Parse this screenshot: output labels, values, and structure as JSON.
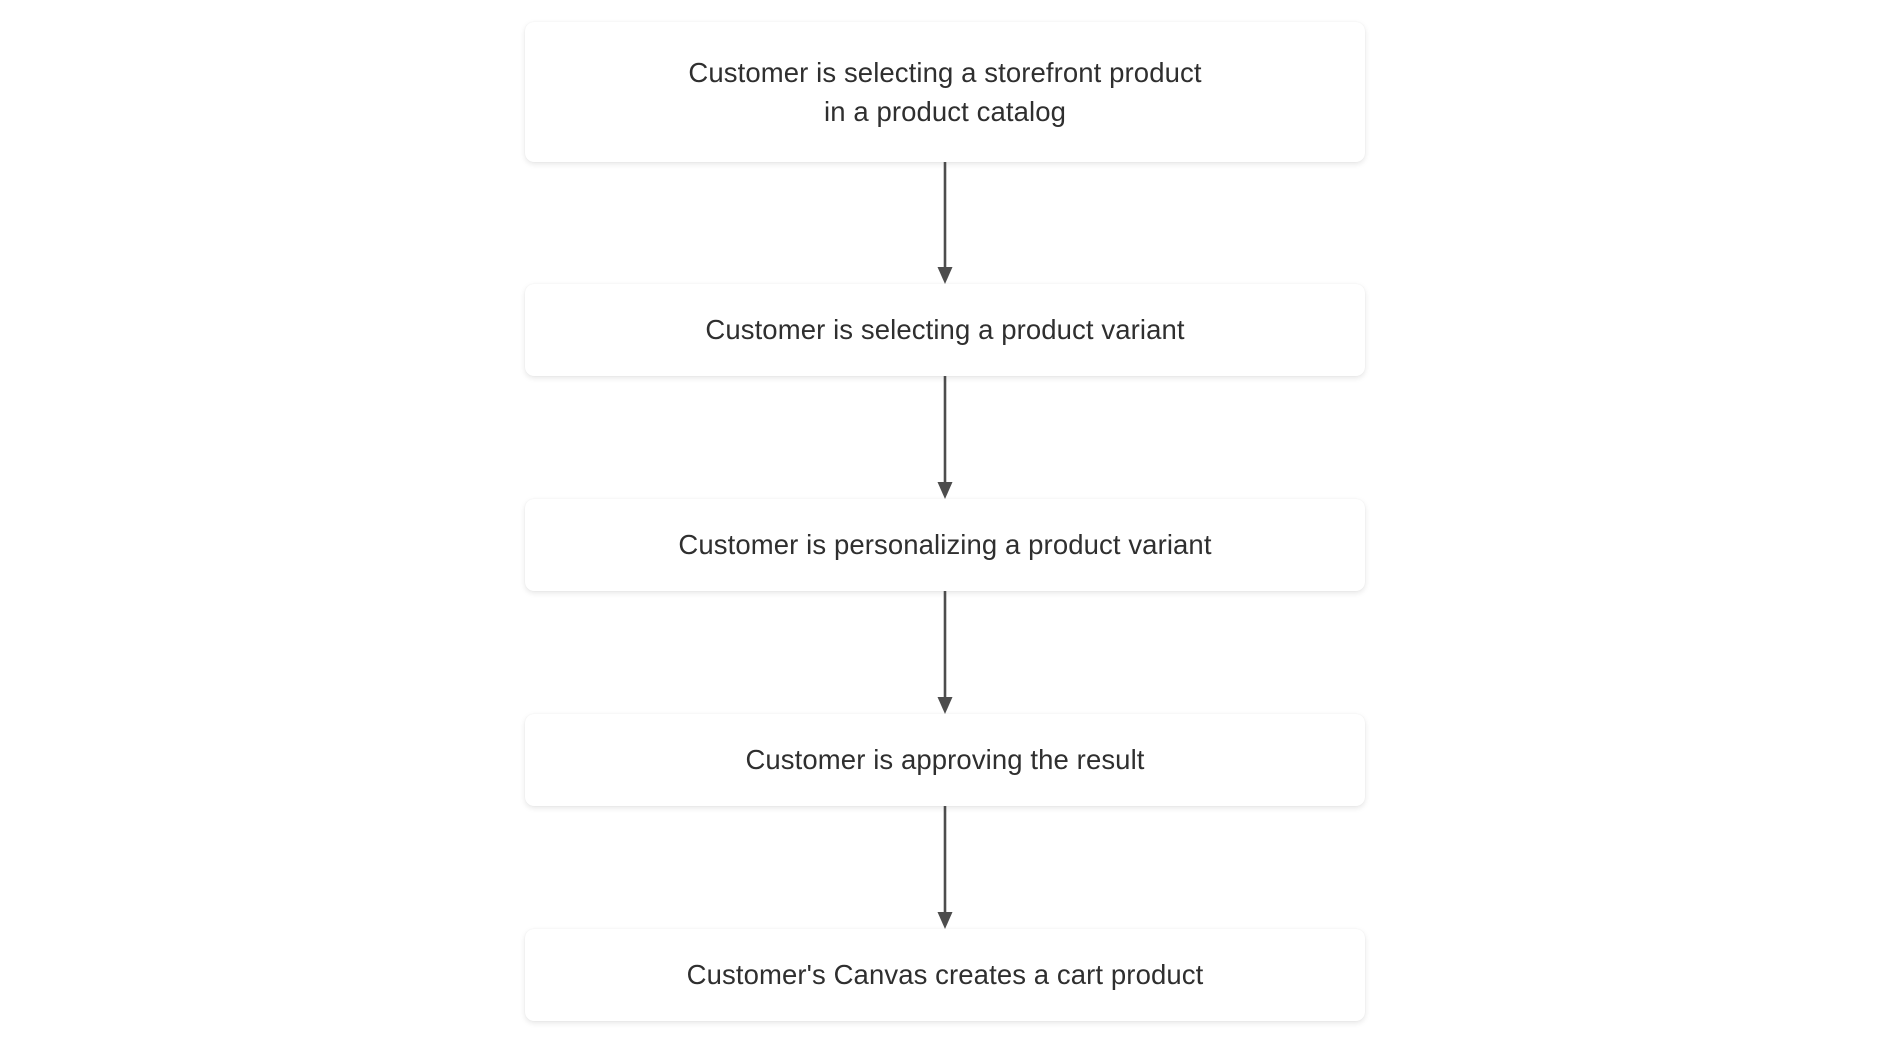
{
  "diagram": {
    "type": "flowchart",
    "orientation": "vertical-top-to-bottom",
    "background_color": "#ffffff",
    "node_fill_color": "#ffffff",
    "node_text_color": "#2f2f2f",
    "arrow_color": "#4d4d4d",
    "nodes": [
      {
        "id": "node-0",
        "label": "Customer is selecting a storefront product\nin a product catalog",
        "lines": 2
      },
      {
        "id": "node-1",
        "label": "Customer is selecting a product variant",
        "lines": 1
      },
      {
        "id": "node-2",
        "label": "Customer is personalizing a product variant",
        "lines": 1
      },
      {
        "id": "node-3",
        "label": "Customer is approving the result",
        "lines": 1
      },
      {
        "id": "node-4",
        "label": "Customer's Canvas creates a cart product",
        "lines": 1
      }
    ],
    "edges": [
      {
        "id": "edge-0",
        "from": "node-0",
        "to": "node-1",
        "marker": "arrow-down"
      },
      {
        "id": "edge-1",
        "from": "node-1",
        "to": "node-2",
        "marker": "arrow-down"
      },
      {
        "id": "edge-2",
        "from": "node-2",
        "to": "node-3",
        "marker": "arrow-down"
      },
      {
        "id": "edge-3",
        "from": "node-3",
        "to": "node-4",
        "marker": "arrow-down"
      }
    ]
  }
}
